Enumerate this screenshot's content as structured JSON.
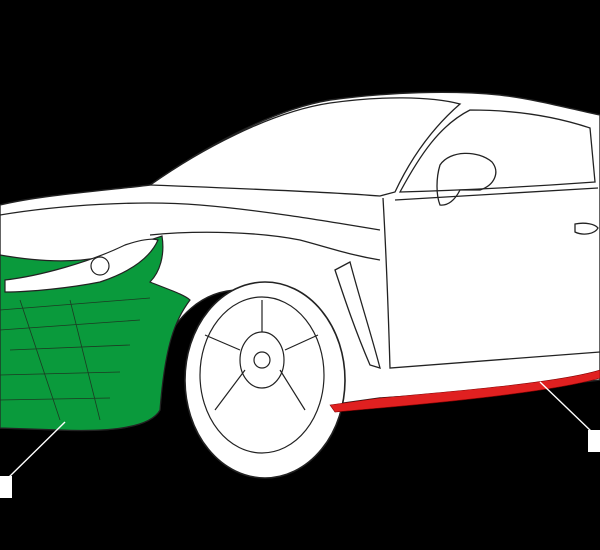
{
  "colors": {
    "background": "#000000",
    "body_fill": "#ffffff",
    "outline": "#222222",
    "front_bumper_highlight": "#0a9a3c",
    "side_skirt_highlight": "#e02020",
    "leader_line": "#ffffff"
  },
  "diagram": {
    "subject": "car-line-drawing",
    "highlighted_parts": [
      "front-bumper",
      "side-skirt"
    ]
  }
}
